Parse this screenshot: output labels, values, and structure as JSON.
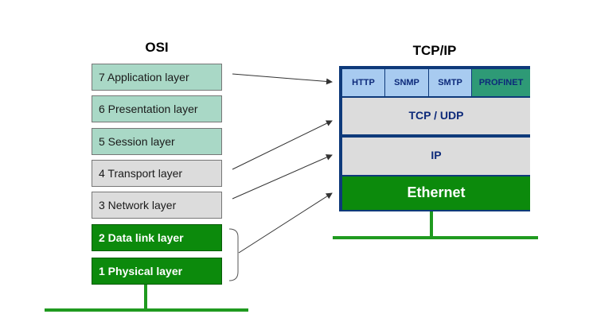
{
  "osi": {
    "title": "OSI",
    "layers": [
      {
        "label": "7 Application layer"
      },
      {
        "label": "6 Presentation layer"
      },
      {
        "label": "5 Session layer"
      },
      {
        "label": "4 Transport layer"
      },
      {
        "label": "3 Network layer"
      },
      {
        "label": "2 Data link layer"
      },
      {
        "label": "1 Physical layer"
      }
    ]
  },
  "tcpip": {
    "title": "TCP/IP",
    "protocols": [
      "HTTP",
      "SNMP",
      "SMTP",
      "PROFINET"
    ],
    "transport": "TCP / UDP",
    "network": "IP",
    "link": "Ethernet"
  },
  "colors": {
    "osi_upper": "#a9d8c6",
    "osi_mid": "#dcdcdc",
    "osi_lower": "#0c8a0c",
    "tcpip_border": "#0e3a7a",
    "protocol_box": "#a8cbf0",
    "profinet_box": "#2e9a76",
    "ethernet": "#0c8a0c",
    "bus_line": "#1f9a1f"
  }
}
